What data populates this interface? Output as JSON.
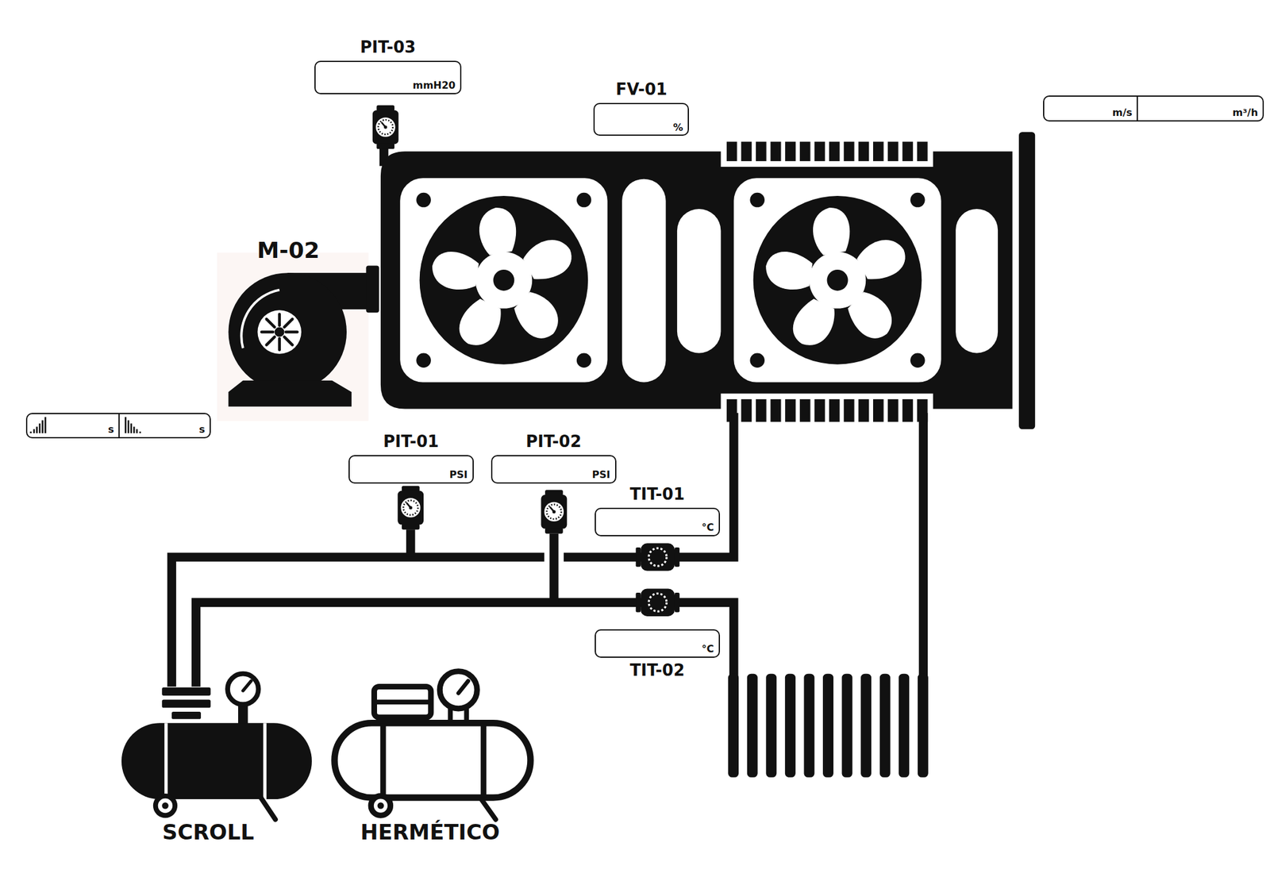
{
  "diagram": {
    "nodes": [
      {
        "text": [
          "PIT-03",
          "mmH20"
        ]
      },
      {
        "text": [
          "FV-01",
          "%"
        ]
      },
      {
        "text": [
          "m/s",
          "m³/h"
        ]
      },
      {
        "text": [
          "s",
          "s"
        ]
      },
      {
        "text": [
          "PIT-01",
          "PSI"
        ]
      },
      {
        "text": [
          "PIT-02",
          "PSI"
        ]
      },
      {
        "text": [
          "TIT-01",
          "°C"
        ]
      },
      {
        "text": [
          "°C",
          "TIT-02"
        ]
      }
    ],
    "labels": [
      "M-02",
      "SCROLL",
      "HERMÉTICO"
    ]
  }
}
